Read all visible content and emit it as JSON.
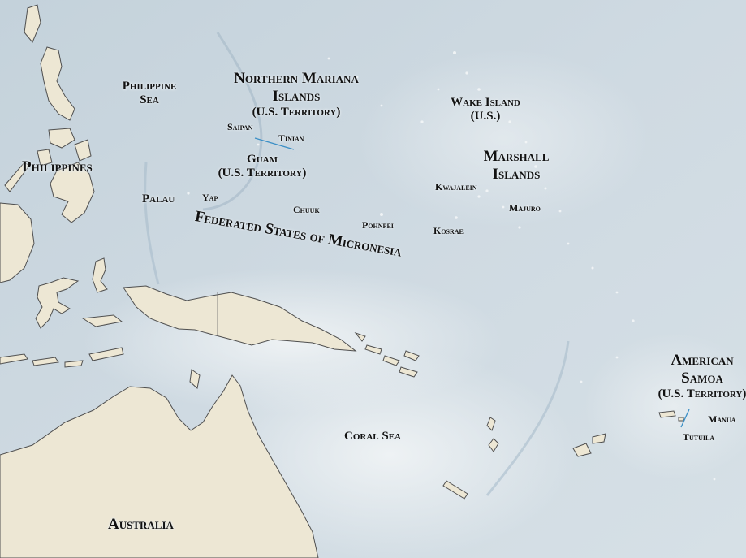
{
  "labels": {
    "philippine_sea": [
      "Philippine",
      "Sea"
    ],
    "northern_mariana": [
      "Northern Mariana",
      "Islands",
      "(U.S. Territory)"
    ],
    "saipan": "Saipan",
    "tinian": "Tinian",
    "guam": [
      "Guam",
      "(U.S. Territory)"
    ],
    "wake_island": [
      "Wake Island",
      "(U.S.)"
    ],
    "marshall_islands": [
      "Marshall",
      "Islands"
    ],
    "philippines": "Philippines",
    "palau": "Palau",
    "yap": "Yap",
    "chuuk": "Chuuk",
    "kwajalein": "Kwajalein",
    "majuro": "Majuro",
    "pohnpei": "Pohnpei",
    "kosrae": "Kosrae",
    "micronesia": "Federated States of Micronesia",
    "american_samoa": [
      "American",
      "Samoa",
      "(U.S. Territory)"
    ],
    "manua": "Manua",
    "tutuila": "Tutuila",
    "coral_sea": "Coral Sea",
    "australia": "Australia"
  },
  "colors": {
    "ocean_deep": "#bfcfd9",
    "ocean_shallow": "#e4ebef",
    "land": "#ede7d4",
    "coast": "#4f4f4f",
    "pointer_line": "#3b8fc6"
  }
}
